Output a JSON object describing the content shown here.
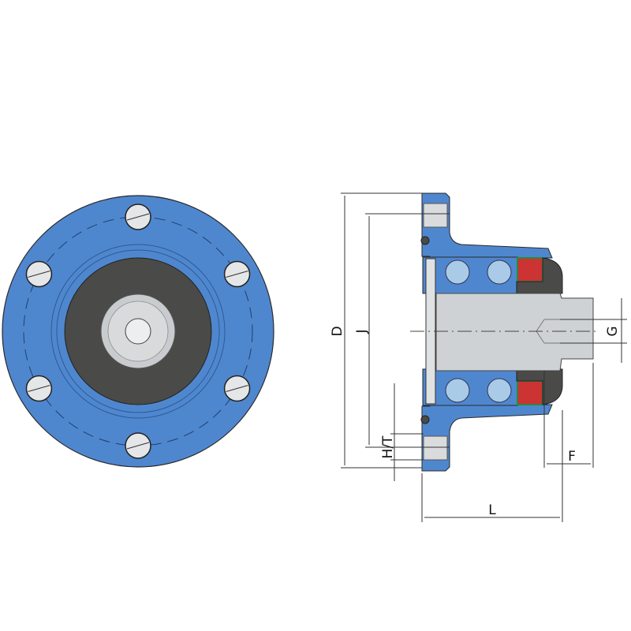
{
  "drawing": {
    "front_view": {
      "bolt_hole_count": 6
    },
    "dimensions": {
      "outer_diameter": "D",
      "bolt_circle": "J",
      "hole_thread": "H/T",
      "thread": "G",
      "shaft_projection": "F",
      "total_length": "L"
    }
  },
  "colors": {
    "housing": "#4f87cf",
    "seal": "#4a4a48",
    "shaft": "#cfd2d4",
    "outline": "#2a2a2a"
  }
}
